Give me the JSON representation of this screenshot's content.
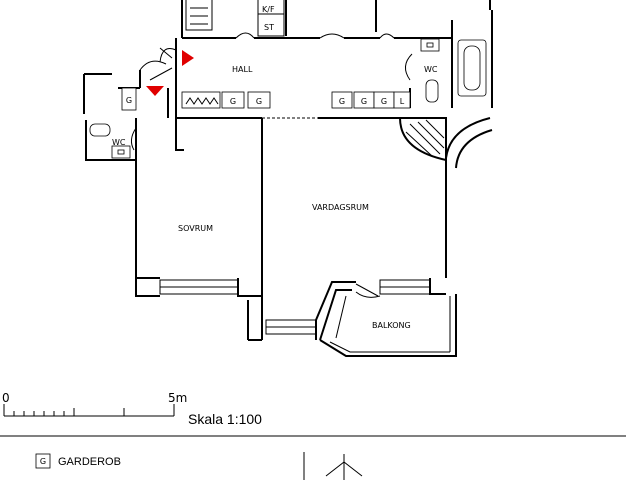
{
  "rooms": {
    "hall": "HALL",
    "wc_left": "WC",
    "wc_right": "WC",
    "sovrum": "SOVRUM",
    "vardagsrum": "VARDAGSRUM",
    "balkong": "BALKONG",
    "kf": "K/F",
    "st": "ST"
  },
  "wardrobe_mark": "G",
  "linen_mark": "L",
  "scale": {
    "start": "0",
    "end": "5m",
    "label": "Skala 1:100"
  },
  "legend": {
    "items": [
      {
        "symbol": "G",
        "text": "GARDEROB"
      }
    ]
  },
  "colors": {
    "wall": "#000000",
    "entrance_marker": "#e00000",
    "background": "#ffffff"
  }
}
